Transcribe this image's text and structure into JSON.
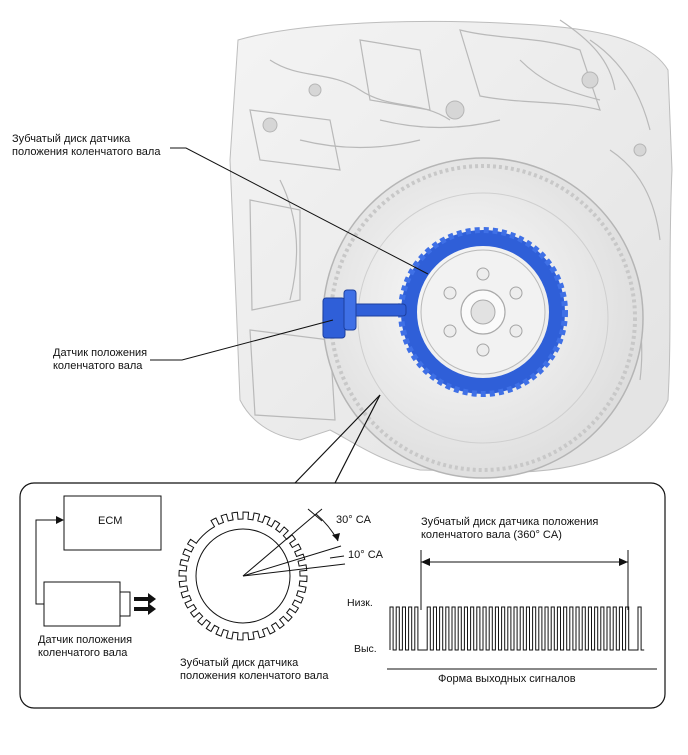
{
  "callouts": {
    "reluctor_top": "Зубчатый диск датчика\nположения коленчатого вала",
    "sensor_top": "Датчик положения\nколенчатого вала"
  },
  "inset": {
    "ecm_label": "ECM",
    "sensor_label": "Датчик положения\nколенчатого вала",
    "wheel_caption": "Зубчатый диск датчика\nположения коленчатого вала",
    "angle_30": "30° CA",
    "angle_10": "10° CA",
    "span_caption": "Зубчатый диск датчика положения\nколенчатого вала (360° CA)",
    "level_low": "Низк.",
    "level_high": "Выс.",
    "waveform_caption": "Форма выходных сигналов"
  },
  "colors": {
    "accent_blue": "#2f5fd8",
    "line": "#111111",
    "engine_gray": "#c9c9c9"
  }
}
